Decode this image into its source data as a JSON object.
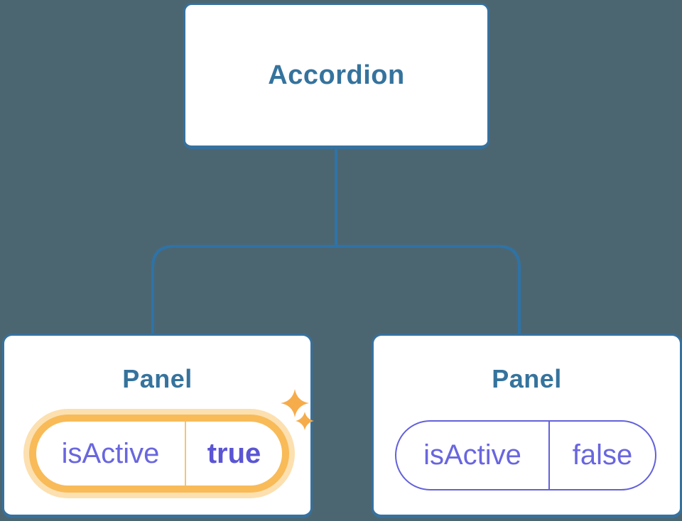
{
  "diagram": {
    "title_hint": "React component tree: Accordion with two Panel children holding isActive state",
    "background": "#4C6671",
    "root": {
      "label": "Accordion"
    },
    "panels": [
      {
        "label": "Panel",
        "state_key": "isActive",
        "state_value": "true",
        "active": true,
        "decoration": "sparkles-icon"
      },
      {
        "label": "Panel",
        "state_key": "isActive",
        "state_value": "false",
        "active": false,
        "decoration": null
      }
    ],
    "colors": {
      "background": "#4C6671",
      "node_fill": "#FFFFFF",
      "node_border": "#36719E",
      "node_text": "#35739D",
      "connector": "#2E73A7",
      "state_text": "#6966DF",
      "state_value_active_text": "#5A55D4",
      "active_pill_ring": "#F8BB58",
      "active_pill_glow": "#FCE0B0",
      "active_pill_divider": "#F6C472",
      "inactive_pill_border": "#6361DA",
      "sparkle": "#F6AC4B"
    }
  }
}
